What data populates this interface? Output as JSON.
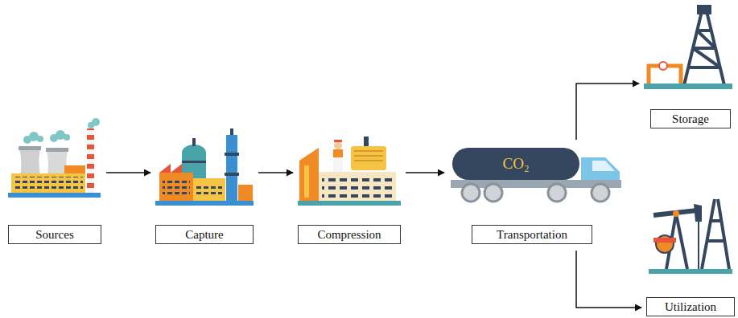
{
  "diagram": {
    "nodes": [
      {
        "text": [
          "Sources"
        ]
      },
      {
        "text": [
          "Capture"
        ]
      },
      {
        "text": [
          "Compression"
        ]
      },
      {
        "text": [
          "Transportation"
        ]
      },
      {
        "text": [
          "Storage"
        ]
      },
      {
        "text": [
          "Utilization"
        ]
      }
    ],
    "edges": [
      {
        "from": 0,
        "to": 1,
        "arrow": "to"
      },
      {
        "from": 1,
        "to": 2,
        "arrow": "to"
      },
      {
        "from": 2,
        "to": 3,
        "arrow": "to"
      },
      {
        "from": 3,
        "to": 4,
        "arrow": "to"
      },
      {
        "from": 3,
        "to": 5,
        "arrow": "to"
      }
    ],
    "labels": [
      "CO₂"
    ]
  }
}
